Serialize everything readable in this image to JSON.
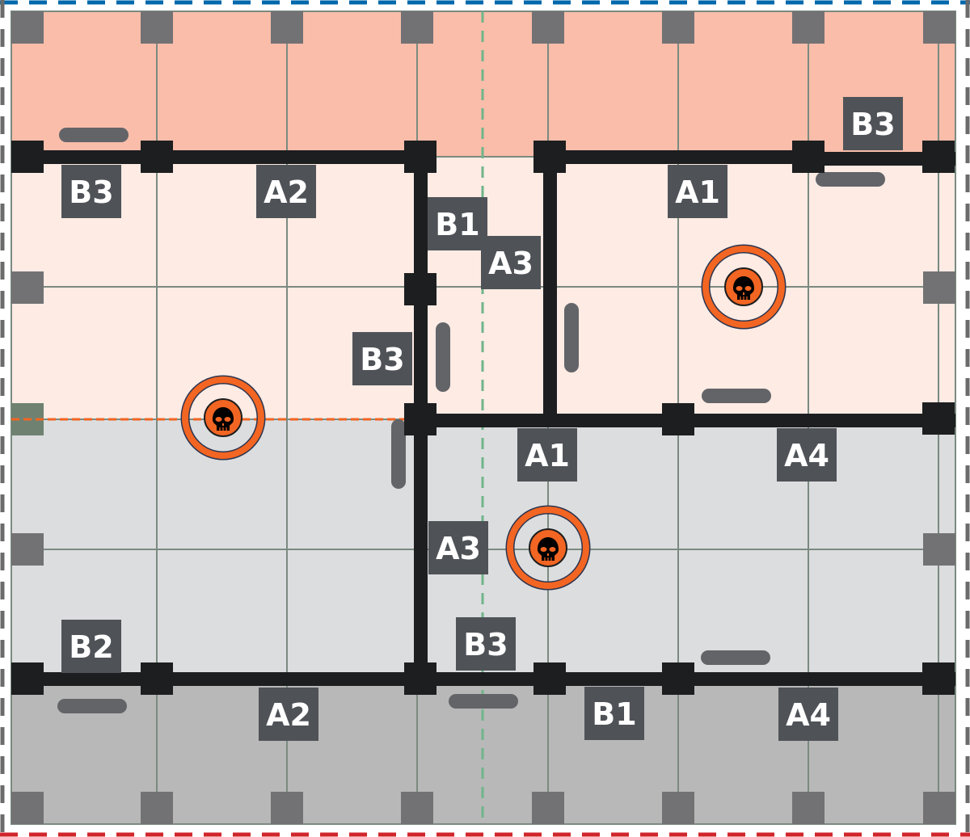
{
  "map": {
    "colors": {
      "zone_top": "#f9bdaa",
      "zone_upper": "#fdebe4",
      "zone_lower": "#dcdddf",
      "zone_bottom": "#b8b8b8",
      "wall": "#1d1e20",
      "label_bg": "#4f5358",
      "cover": "#636468",
      "objective": "#f26522",
      "border_top": "#0068ac",
      "border_bottom": "#d0262b",
      "border_side": "#6b6b6b",
      "center_line": "#6fb58a"
    },
    "labels": [
      {
        "text": "B3"
      },
      {
        "text": "B3"
      },
      {
        "text": "A2"
      },
      {
        "text": "B1"
      },
      {
        "text": "A1"
      },
      {
        "text": "A3"
      },
      {
        "text": "B3"
      },
      {
        "text": "A1"
      },
      {
        "text": "A4"
      },
      {
        "text": "A3"
      },
      {
        "text": "B2"
      },
      {
        "text": "B3"
      },
      {
        "text": "A2"
      },
      {
        "text": "B1"
      },
      {
        "text": "A4"
      }
    ],
    "objectives": [
      {
        "icon": "skull-icon"
      },
      {
        "icon": "skull-icon"
      },
      {
        "icon": "skull-icon"
      }
    ]
  }
}
